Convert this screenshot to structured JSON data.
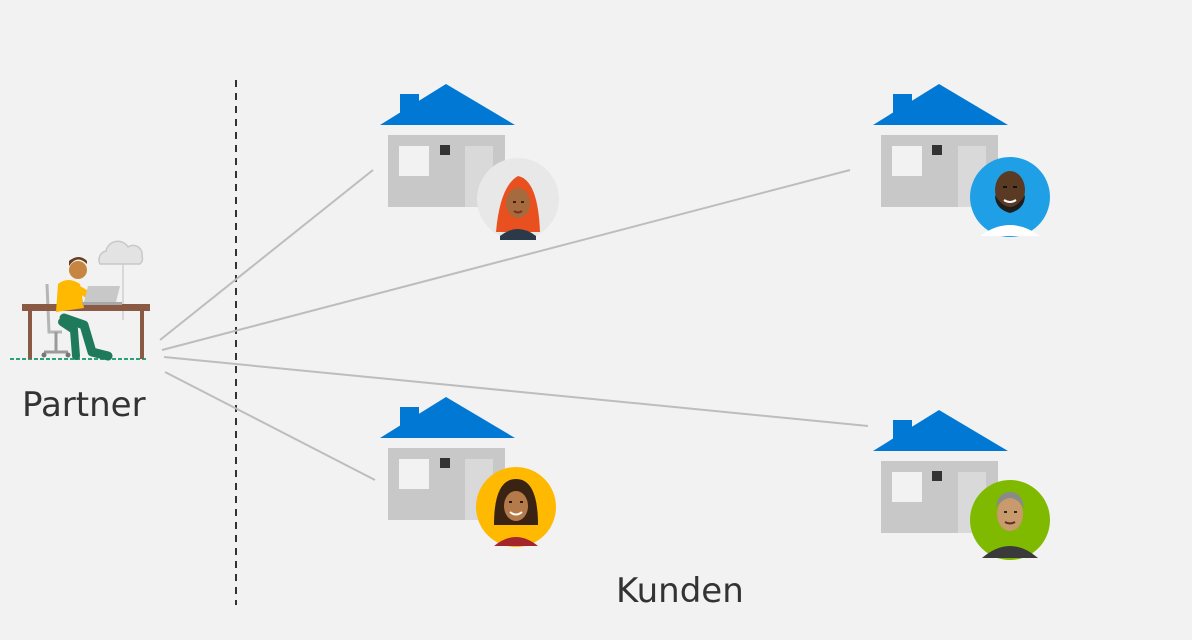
{
  "partner": {
    "label": "Partner"
  },
  "customers": {
    "label": "Kunden",
    "count": 4,
    "avatars": [
      {
        "name": "customer-avatar-hijab-woman",
        "bg": "#e8e8e8"
      },
      {
        "name": "customer-avatar-bearded-man",
        "bg": "#1fa0e6"
      },
      {
        "name": "customer-avatar-smiling-woman",
        "bg": "#ffb900"
      },
      {
        "name": "customer-avatar-grey-haired-man",
        "bg": "#7fba00"
      }
    ]
  },
  "colors": {
    "background": "#f2f2f2",
    "roof": "#0078d4",
    "house_wall": "#c8c8c8",
    "house_window": "#f2f2f2",
    "connector": "#bdbdbd",
    "divider": "#333333",
    "text": "#333333"
  }
}
